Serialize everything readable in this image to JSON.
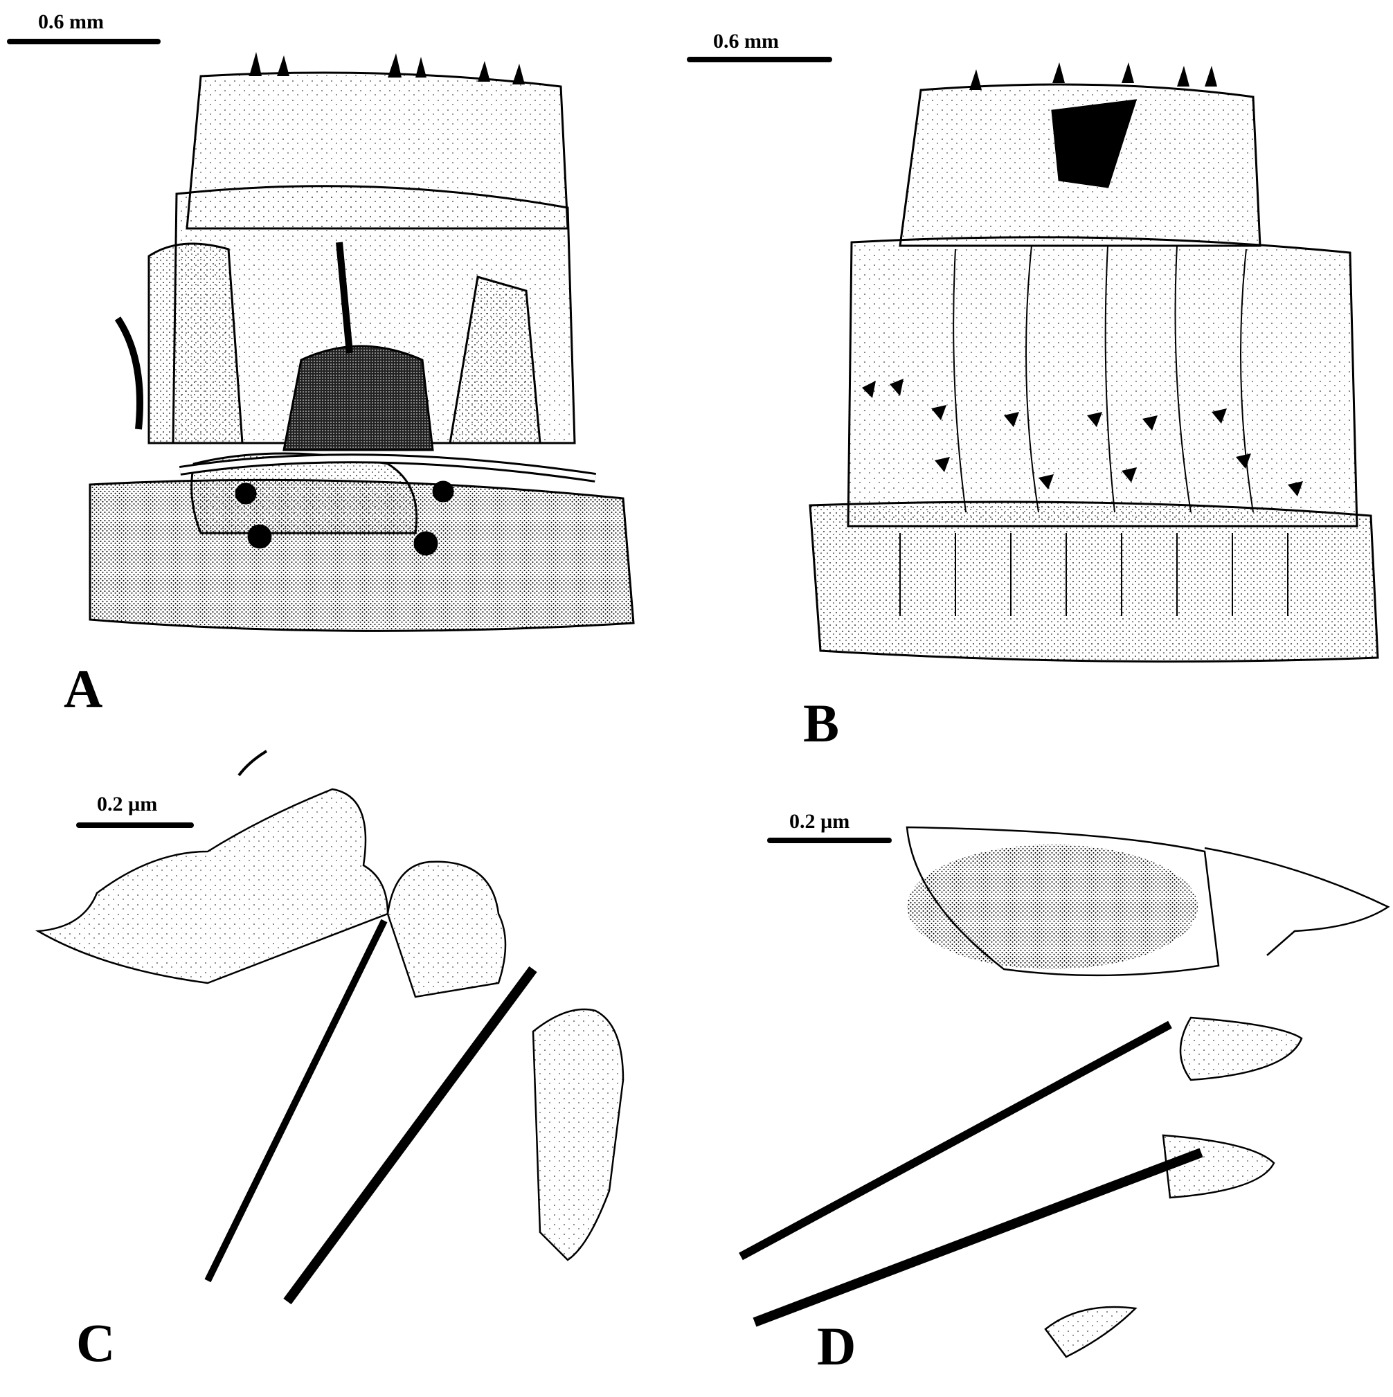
{
  "panels": [
    {
      "letter": "A",
      "scale": "0.6 mm"
    },
    {
      "letter": "B",
      "scale": "0.6 mm"
    },
    {
      "letter": "C",
      "scale": "0.2 µm"
    },
    {
      "letter": "D",
      "scale": "0.2 µm"
    }
  ]
}
